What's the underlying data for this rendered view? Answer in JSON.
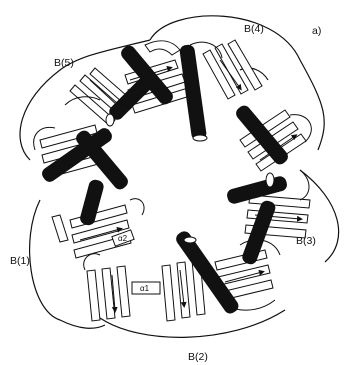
{
  "figure": {
    "panel_label": "a)",
    "domain_labels": [
      "B(4)",
      "B(5)",
      "B(3)",
      "B(1)",
      "B(2)"
    ],
    "helix_labels": [
      "α2",
      "α1"
    ],
    "colors": {
      "ink": "#111111",
      "paper": "#ffffff",
      "helix_fill": "#111111"
    }
  }
}
